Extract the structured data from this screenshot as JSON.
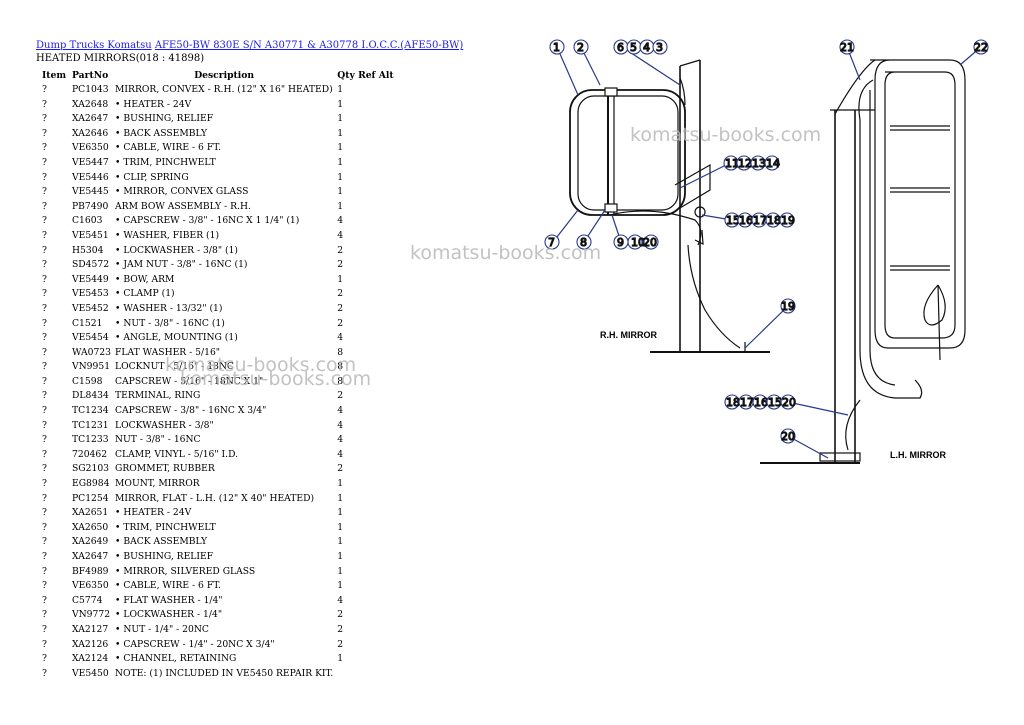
{
  "breadcrumb": {
    "link1": "Dump Trucks Komatsu",
    "link2": "AFE50-BW 830E S/N A30771 & A30778 I.O.C.C.(AFE50-BW)"
  },
  "subtitle": "HEATED MIRRORS(018 : 41898)",
  "columns": {
    "item": "Item",
    "partno": "PartNo",
    "description": "Description",
    "qty": "Qty",
    "ref": "Ref",
    "alt": "Alt"
  },
  "parts": [
    {
      "item": "?",
      "partno": "PC1043",
      "description": "MIRROR, CONVEX - R.H. (12\" X 16\" HEATED)",
      "qty": "1"
    },
    {
      "item": "?",
      "partno": "XA2648",
      "description": "• HEATER - 24V",
      "qty": "1"
    },
    {
      "item": "?",
      "partno": "XA2647",
      "description": "• BUSHING, RELIEF",
      "qty": "1"
    },
    {
      "item": "?",
      "partno": "XA2646",
      "description": "• BACK ASSEMBLY",
      "qty": "1"
    },
    {
      "item": "?",
      "partno": "VE6350",
      "description": "• CABLE, WIRE - 6 FT.",
      "qty": "1"
    },
    {
      "item": "?",
      "partno": "VE5447",
      "description": "• TRIM, PINCHWELT",
      "qty": "1"
    },
    {
      "item": "?",
      "partno": "VE5446",
      "description": "• CLIP, SPRING",
      "qty": "1"
    },
    {
      "item": "?",
      "partno": "VE5445",
      "description": "• MIRROR, CONVEX GLASS",
      "qty": "1"
    },
    {
      "item": "?",
      "partno": "PB7490",
      "description": "ARM BOW ASSEMBLY - R.H.",
      "qty": "1"
    },
    {
      "item": "?",
      "partno": "C1603",
      "description": "• CAPSCREW - 3/8\" - 16NC X 1 1/4\" (1)",
      "qty": "4"
    },
    {
      "item": "?",
      "partno": "VE5451",
      "description": "• WASHER, FIBER (1)",
      "qty": "4"
    },
    {
      "item": "?",
      "partno": "H5304",
      "description": "• LOCKWASHER - 3/8\" (1)",
      "qty": "2"
    },
    {
      "item": "?",
      "partno": "SD4572",
      "description": "• JAM NUT - 3/8\" - 16NC (1)",
      "qty": "2"
    },
    {
      "item": "?",
      "partno": "VE5449",
      "description": "• BOW, ARM",
      "qty": "1"
    },
    {
      "item": "?",
      "partno": "VE5453",
      "description": "• CLAMP (1)",
      "qty": "2"
    },
    {
      "item": "?",
      "partno": "VE5452",
      "description": "• WASHER - 13/32\" (1)",
      "qty": "2"
    },
    {
      "item": "?",
      "partno": "C1521",
      "description": "• NUT - 3/8\" - 16NC (1)",
      "qty": "2"
    },
    {
      "item": "?",
      "partno": "VE5454",
      "description": "• ANGLE, MOUNTING (1)",
      "qty": "4"
    },
    {
      "item": "?",
      "partno": "WA0723",
      "description": "FLAT WASHER - 5/16\"",
      "qty": "8"
    },
    {
      "item": "?",
      "partno": "VN9951",
      "description": "LOCKNUT - 5/16\" - 18NC",
      "qty": "8"
    },
    {
      "item": "?",
      "partno": "C1598",
      "description": "CAPSCREW - 5/16\" - 18NC X 1\"",
      "qty": "8"
    },
    {
      "item": "?",
      "partno": "DL8434",
      "description": "TERMINAL, RING",
      "qty": "2"
    },
    {
      "item": "?",
      "partno": "TC1234",
      "description": "CAPSCREW - 3/8\" - 16NC X 3/4\"",
      "qty": "4"
    },
    {
      "item": "?",
      "partno": "TC1231",
      "description": "LOCKWASHER - 3/8\"",
      "qty": "4"
    },
    {
      "item": "?",
      "partno": "TC1233",
      "description": "NUT - 3/8\" - 16NC",
      "qty": "4"
    },
    {
      "item": "?",
      "partno": "720462",
      "description": "CLAMP, VINYL - 5/16\" I.D.",
      "qty": "4"
    },
    {
      "item": "?",
      "partno": "SG2103",
      "description": "GROMMET, RUBBER",
      "qty": "2"
    },
    {
      "item": "?",
      "partno": "EG8984",
      "description": "MOUNT, MIRROR",
      "qty": "1"
    },
    {
      "item": "?",
      "partno": "PC1254",
      "description": "MIRROR, FLAT - L.H. (12\" X 40\" HEATED)",
      "qty": "1"
    },
    {
      "item": "?",
      "partno": "XA2651",
      "description": "• HEATER - 24V",
      "qty": "1"
    },
    {
      "item": "?",
      "partno": "XA2650",
      "description": "• TRIM, PINCHWELT",
      "qty": "1"
    },
    {
      "item": "?",
      "partno": "XA2649",
      "description": "• BACK ASSEMBLY",
      "qty": "1"
    },
    {
      "item": "?",
      "partno": "XA2647",
      "description": "• BUSHING, RELIEF",
      "qty": "1"
    },
    {
      "item": "?",
      "partno": "BF4989",
      "description": "• MIRROR, SILVERED GLASS",
      "qty": "1"
    },
    {
      "item": "?",
      "partno": "VE6350",
      "description": "• CABLE, WIRE - 6 FT.",
      "qty": "1"
    },
    {
      "item": "?",
      "partno": "C5774",
      "description": "• FLAT WASHER - 1/4\"",
      "qty": "4"
    },
    {
      "item": "?",
      "partno": "VN9772",
      "description": "• LOCKWASHER - 1/4\"",
      "qty": "2"
    },
    {
      "item": "?",
      "partno": "XA2127",
      "description": "• NUT - 1/4\" - 20NC",
      "qty": "2"
    },
    {
      "item": "?",
      "partno": "XA2126",
      "description": "• CAPSCREW - 1/4\" - 20NC X 3/4\"",
      "qty": "2"
    },
    {
      "item": "?",
      "partno": "XA2124",
      "description": "• CHANNEL, RETAINING",
      "qty": "1"
    },
    {
      "item": "?",
      "partno": "VE5450",
      "description": "NOTE: (1) INCLUDED IN VE5450 REPAIR KIT.",
      "qty": ""
    }
  ],
  "diagram": {
    "rh_label": "R.H. MIRROR",
    "lh_label": "L.H. MIRROR",
    "callouts": [
      "1",
      "2",
      "6",
      "5",
      "4",
      "3",
      "21",
      "22",
      "11",
      "12",
      "13",
      "14",
      "15",
      "16",
      "17",
      "18",
      "19",
      "7",
      "8",
      "9",
      "10",
      "20",
      "19",
      "18",
      "17",
      "16",
      "15",
      "20"
    ]
  },
  "watermark": "komatsu-books.com",
  "colors": {
    "link": "#1a1aee",
    "callout": "#2a3a8a",
    "watermark": "#b8b8b8"
  }
}
